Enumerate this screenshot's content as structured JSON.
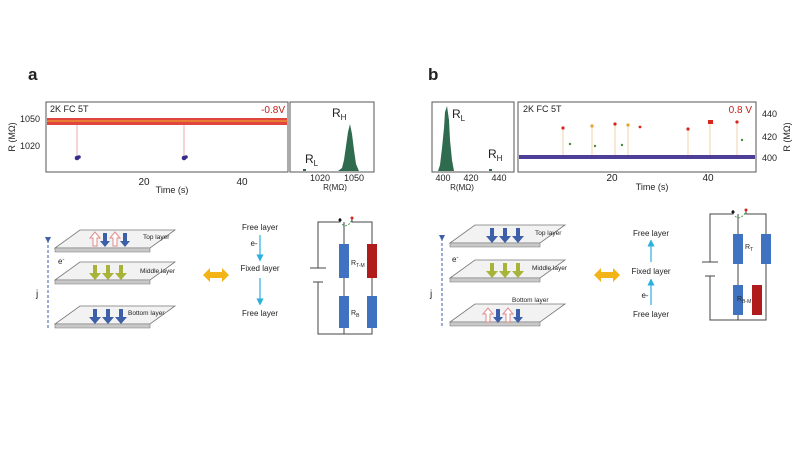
{
  "panel_a": {
    "label": "a",
    "trace": {
      "note": "2K FC 5T",
      "voltage": "-0.8V"
    },
    "ylabel": "R (MΩ)",
    "yticks": [
      "1050",
      "1020"
    ],
    "xlabel": "Time (s)",
    "xticks": [
      "20",
      "40"
    ],
    "hist": {
      "rl": "R",
      "rl_sub": "L",
      "rh": "R",
      "rh_sub": "H",
      "xticks": [
        "1020",
        "1050"
      ],
      "xlabel": "R(MΩ)"
    },
    "layers": {
      "top": "Top layer",
      "middle": "Middle layer",
      "bottom": "Bottom layer",
      "e": "e",
      "j": "j"
    },
    "flow": {
      "free1": "Free layer",
      "e": "e-",
      "fixed": "Fixed layer",
      "free2": "Free layer"
    },
    "circuit": {
      "r1": "R",
      "r1_sub": "T-M",
      "r2": "R",
      "r2_sub": "B"
    }
  },
  "panel_b": {
    "label": "b",
    "trace": {
      "note": "2K FC 5T",
      "voltage": "0.8 V"
    },
    "ylabel": "R (MΩ)",
    "yticks": [
      "440",
      "420",
      "400"
    ],
    "xlabel": "Time (s)",
    "xticks": [
      "20",
      "40"
    ],
    "hist": {
      "rl": "R",
      "rl_sub": "L",
      "rh": "R",
      "rh_sub": "H",
      "xticks": [
        "400",
        "420",
        "440"
      ],
      "xlabel": "R(MΩ)"
    },
    "layers": {
      "top": "Top layer",
      "middle": "Middle layer",
      "bottom": "Bottom layer",
      "e": "e",
      "j": "j"
    },
    "flow": {
      "free1": "Free layer",
      "fixed": "Fixed layer",
      "e": "e-",
      "free2": "Free layer"
    },
    "circuit": {
      "r1": "R",
      "r1_sub": "T",
      "r2": "R",
      "r2_sub": "B-M"
    }
  },
  "colors": {
    "trace_red": "#d9261c",
    "trace_purple": "#3a2a8c",
    "hist_green": "#2f6b4f",
    "arrow_blue": "#3d5ea8",
    "arrow_olive": "#a8b33a",
    "arrow_pink": "#e08b8b",
    "double_arrow": "#f2b417",
    "flow_cyan": "#2bb0e0",
    "resistor_blue": "#3f73c2",
    "resistor_red": "#b01c1c"
  }
}
